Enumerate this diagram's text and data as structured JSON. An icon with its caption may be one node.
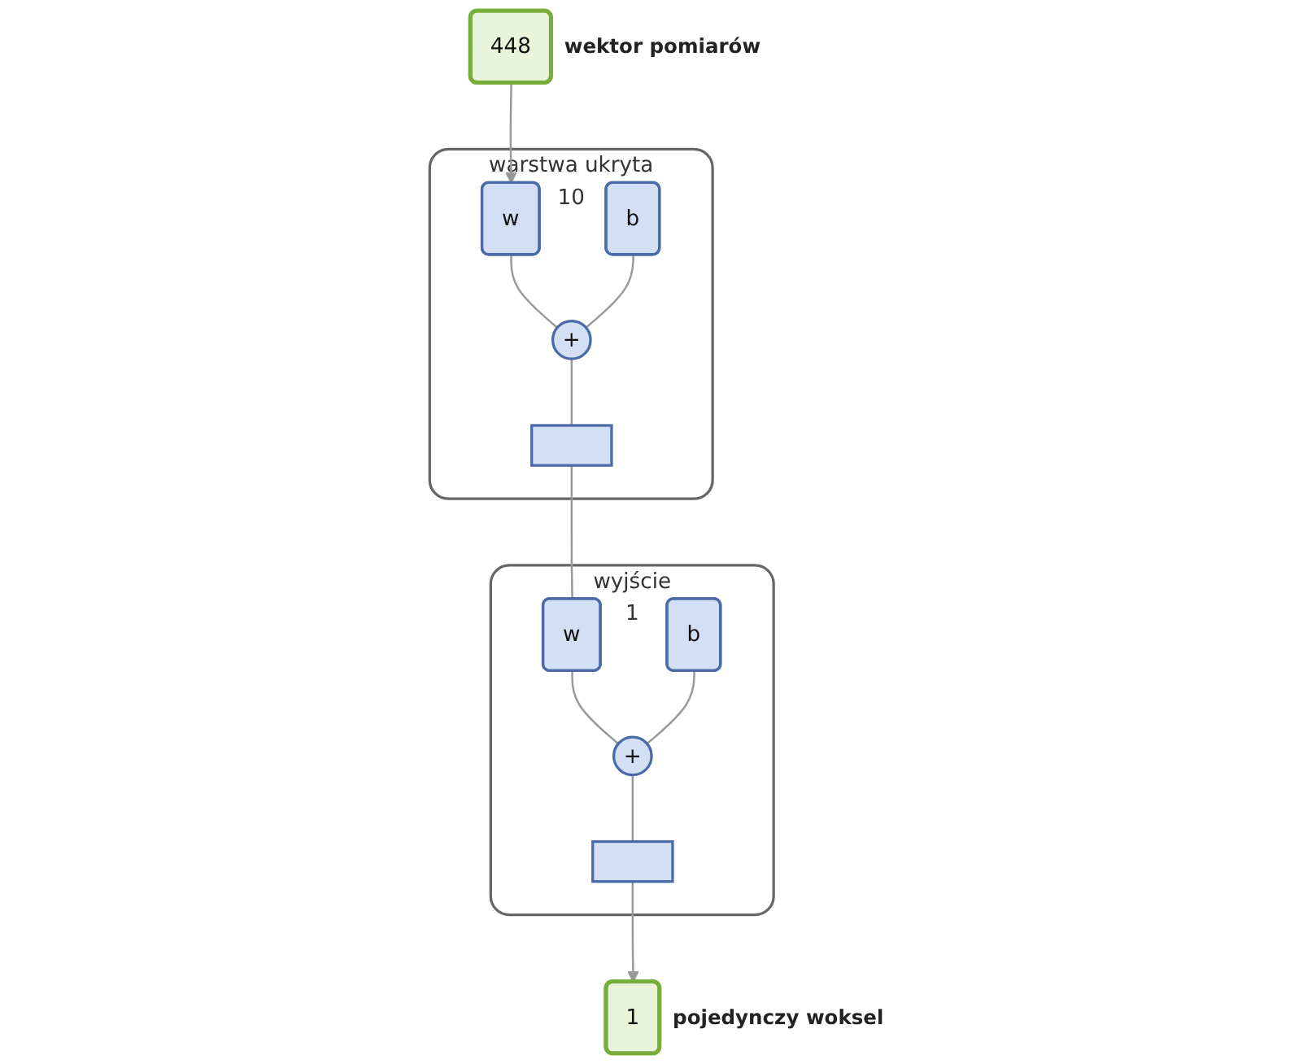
{
  "diagram": {
    "nodes": [
      {
        "text": [
          "448"
        ],
        "beside": [
          "wektor pomiarów"
        ]
      },
      {
        "text": [
          "warstwa ukryta",
          "10"
        ]
      },
      {
        "text": [
          "w"
        ],
        "in": 1
      },
      {
        "text": [
          "b"
        ],
        "in": 1
      },
      {
        "text": [
          "+"
        ],
        "in": 1
      },
      {
        "text": [],
        "shape": "box",
        "in": 1
      },
      {
        "text": [
          "wyjście",
          "1"
        ]
      },
      {
        "text": [
          "w"
        ],
        "in": 6
      },
      {
        "text": [
          "b"
        ],
        "in": 6
      },
      {
        "text": [
          "+"
        ],
        "in": 6
      },
      {
        "text": [],
        "shape": "box",
        "in": 6
      },
      {
        "text": [
          "1"
        ],
        "beside": [
          "pojedynczy woksel"
        ]
      }
    ],
    "edges": [
      {
        "from": 0,
        "to": 2,
        "arrow": "to"
      },
      {
        "from": 2,
        "to": 4,
        "arrow": "none"
      },
      {
        "from": 3,
        "to": 4,
        "arrow": "none"
      },
      {
        "from": 4,
        "to": 5,
        "arrow": "none"
      },
      {
        "from": 5,
        "to": 7,
        "arrow": "none"
      },
      {
        "from": 7,
        "to": 9,
        "arrow": "none"
      },
      {
        "from": 8,
        "to": 9,
        "arrow": "none"
      },
      {
        "from": 9,
        "to": 10,
        "arrow": "none"
      },
      {
        "from": 10,
        "to": 11,
        "arrow": "to"
      }
    ]
  }
}
